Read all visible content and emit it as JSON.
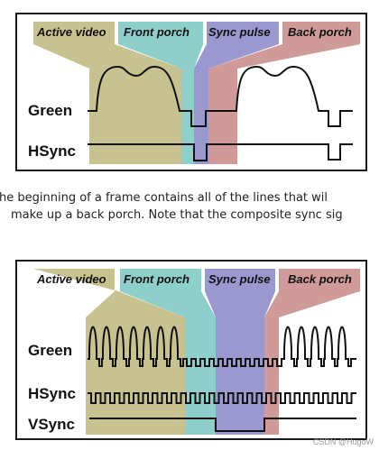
{
  "colors": {
    "active_video": "#c7c290",
    "front_porch": "#8fcfcb",
    "sync_pulse": "#9b98cf",
    "back_porch": "#cf9a98"
  },
  "diagram_top": {
    "segments": [
      "Active video",
      "Front porch",
      "Sync pulse",
      "Back porch"
    ],
    "signals": [
      "Green",
      "HSync"
    ]
  },
  "caption": {
    "line1": "he beginning of a frame contains all of the lines that wil",
    "line2": "make up a back porch. Note that the composite sync sig"
  },
  "diagram_bottom": {
    "segments": [
      "Active video",
      "Front porch",
      "Sync pulse",
      "Back porch"
    ],
    "signals": [
      "Green",
      "HSync",
      "VSync"
    ]
  },
  "watermark": "CSDN @HugoW"
}
